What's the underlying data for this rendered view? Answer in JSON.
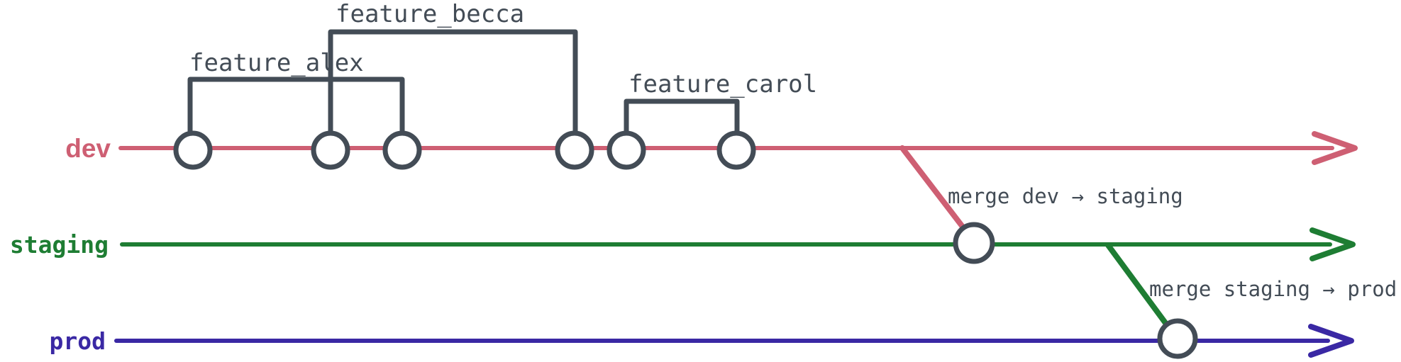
{
  "diagram": {
    "type": "git-branch-flow",
    "branches": {
      "dev": {
        "label": "dev",
        "commit_count": 6
      },
      "staging": {
        "label": "staging",
        "commit_count": 1
      },
      "prod": {
        "label": "prod",
        "commit_count": 1
      }
    },
    "features": {
      "alex": {
        "label": "feature_alex",
        "spans_commits": [
          1,
          3
        ]
      },
      "becca": {
        "label": "feature_becca",
        "spans_commits": [
          2,
          4
        ]
      },
      "carol": {
        "label": "feature_carol",
        "spans_commits": [
          5,
          6
        ]
      }
    },
    "merges": {
      "dev_to_staging": {
        "label": "merge dev → staging"
      },
      "staging_to_prod": {
        "label": "merge staging → prod"
      }
    }
  },
  "colors": {
    "dev": "#ce5f73",
    "staging": "#1e7d33",
    "prod": "#3a28a4",
    "ink": "#434c56",
    "commit_fill": "#ffffff"
  }
}
